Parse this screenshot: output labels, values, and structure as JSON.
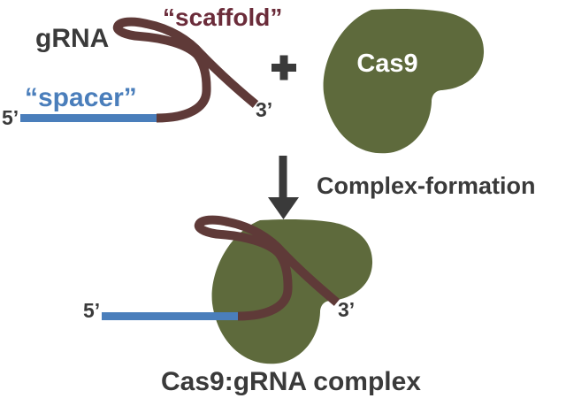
{
  "palette": {
    "blue": "#4a7ebb",
    "maroon": "#5f3a38",
    "maroon_text": "#6b2c3a",
    "green": "#5e6a3c",
    "dark": "#3a3a3a",
    "white": "#ffffff"
  },
  "top": {
    "grna_label": "gRNA",
    "scaffold_label": "“scaffold”",
    "spacer_label": "“spacer”",
    "five_prime": "5’",
    "three_prime": "3’",
    "cas9_label": "Cas9"
  },
  "middle": {
    "caption": "Complex-formation"
  },
  "bottom": {
    "five_prime": "5’",
    "three_prime": "3’",
    "caption": "Cas9:gRNA complex"
  },
  "icons": {
    "plus": "plus-icon",
    "arrow": "down-arrow-icon"
  }
}
